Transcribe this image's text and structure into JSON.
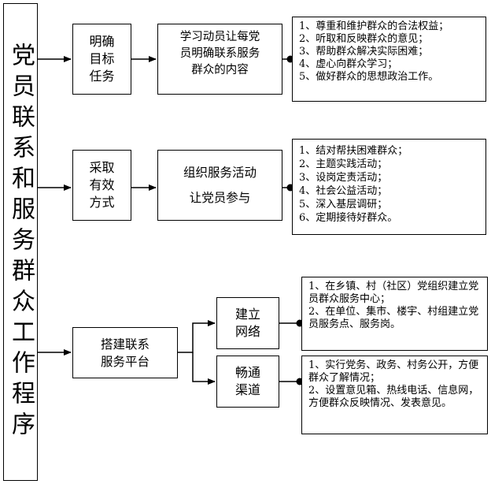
{
  "title": "党员联系和服务群众工作程序",
  "row1": {
    "step": "明确\n目标\n任务",
    "content": "学习动员让每党\n员明确联系服务\n群众的内容",
    "items": [
      "1、尊重和维护群众的合法权益；",
      "2、听取和反映群众的意见；",
      "3、帮助群众解决实际困难；",
      "4、虚心向群众学习；",
      "5、做好群众的思想政治工作。"
    ]
  },
  "row2": {
    "step": "采取\n有效\n方式",
    "content": "组织服务活动\n让党员参与",
    "items": [
      "1、结对帮扶困难群众；",
      "2、主题实践活动；",
      "3、设岗定责活动；",
      "4、社会公益活动；",
      "5、深入基层调研；",
      "6、定期接待好群众。"
    ]
  },
  "row3": {
    "step": "搭建联系\n服务平台",
    "branch1": {
      "label": "建立\n网络",
      "items": [
        "1、在乡镇、村（社区）党组织建立党员群众服务中心；",
        "2、在单位、集市、楼宇、村组建立党员服务点、服务岗。"
      ]
    },
    "branch2": {
      "label": "畅通\n渠道",
      "items": [
        "1、实行党务、政务、村务公开，方便群众了解情况；",
        "2、设置意见箱、热线电话、信息网，方便群众反映情况、发表意见。"
      ]
    }
  }
}
